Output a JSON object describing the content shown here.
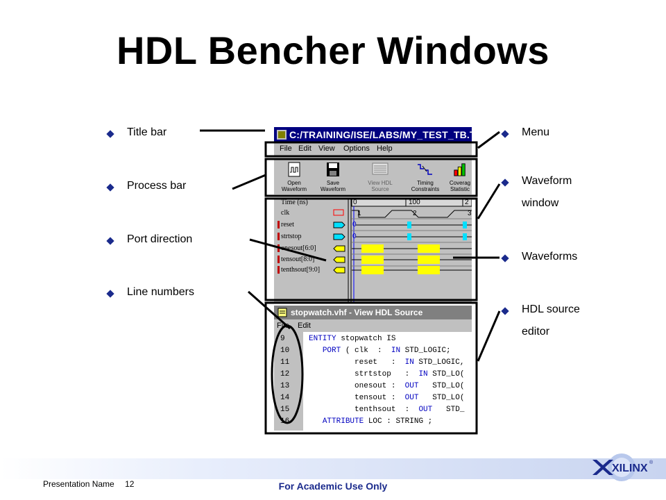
{
  "slide": {
    "title": "HDL Bencher Windows",
    "left_bullets": [
      "Title bar",
      "Process bar",
      "Port direction",
      "Line numbers"
    ],
    "right_bullets": [
      "Menu",
      "Waveform",
      "window",
      "Waveforms",
      "HDL source",
      "editor"
    ],
    "footer_left": "Presentation Name",
    "page_number": "12",
    "footer_center": "For Academic Use Only",
    "logo_text": "XILINX",
    "logo_reg": "®"
  },
  "tbw_window": {
    "title": "C:/TRAINING/ISE/LABS/MY_TEST_TB.TBW",
    "menu": [
      "File",
      "Edit",
      "View",
      "Options",
      "Help"
    ],
    "tools": [
      {
        "line1": "Open",
        "line2": "Waveform",
        "icon": "open-waveform-icon"
      },
      {
        "line1": "Save",
        "line2": "Waveform",
        "icon": "save-icon"
      },
      {
        "line1": "View HDL",
        "line2": "Source",
        "icon": "view-hdl-icon"
      },
      {
        "line1": "Timing",
        "line2": "Constraints",
        "icon": "timing-icon"
      },
      {
        "line1": "Coverag",
        "line2": "Statistic",
        "icon": "coverage-icon"
      }
    ],
    "time_header": "Time (ns)",
    "time_ticks": [
      "0",
      "100",
      "2"
    ],
    "clk_labels": [
      "1",
      "2",
      "3"
    ],
    "ports": [
      "clk",
      "reset",
      "strtstop",
      "onesout[6:0]",
      "tensout[8:0]",
      "tenthsout[9:0]"
    ],
    "reset_value": "0",
    "strtstop_value": "0"
  },
  "editor_window": {
    "title": "stopwatch.vhf - View HDL Source",
    "menu": [
      "File",
      "Edit"
    ],
    "line_numbers": [
      "9",
      "10",
      "11",
      "12",
      "13",
      "14",
      "15",
      "16"
    ],
    "code": [
      {
        "pre": "",
        "kw": "ENTITY",
        "post": " stopwatch IS",
        "kw2": ""
      },
      {
        "pre": "   ",
        "kw": "PORT",
        "post": " ( clk  :  ",
        "kw2": "IN",
        "tail": " STD_LOGIC;"
      },
      {
        "pre": "          reset   :  ",
        "kw": "IN",
        "post": " STD_LOGIC,",
        "kw2": ""
      },
      {
        "pre": "          strtstop   :  ",
        "kw": "IN",
        "post": " STD_LO(",
        "kw2": ""
      },
      {
        "pre": "          onesout :  ",
        "kw": "OUT",
        "post": "   STD_LO(",
        "kw2": ""
      },
      {
        "pre": "          tensout :  ",
        "kw": "OUT",
        "post": "   STD_LO(",
        "kw2": ""
      },
      {
        "pre": "          tenthsout  :  ",
        "kw": "OUT",
        "post": "   STD_",
        "kw2": ""
      },
      {
        "pre": "   ",
        "kw": "ATTRIBUTE",
        "post": " LOC : STRING ;",
        "kw2": ""
      }
    ]
  }
}
